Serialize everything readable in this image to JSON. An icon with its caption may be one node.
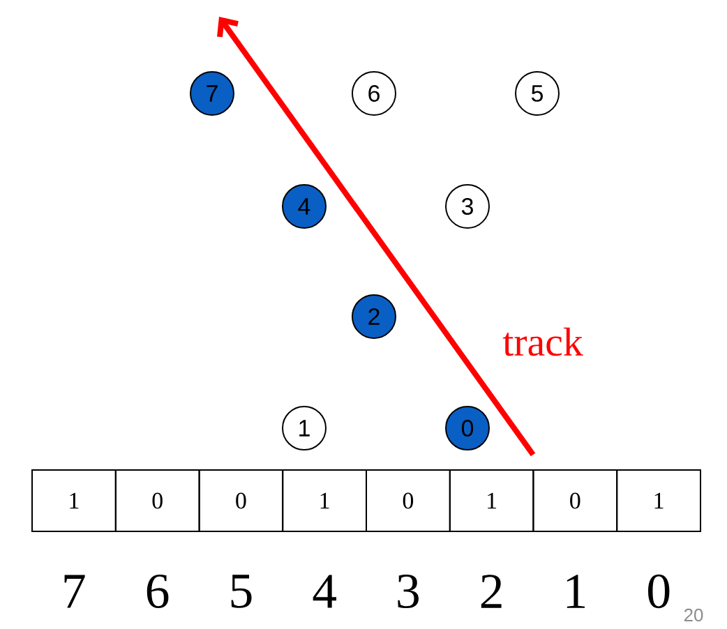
{
  "diagram": {
    "nodes": [
      {
        "text": [
          "7"
        ]
      },
      {
        "text": [
          "6"
        ]
      },
      {
        "text": [
          "5"
        ]
      },
      {
        "text": [
          "4"
        ]
      },
      {
        "text": [
          "3"
        ]
      },
      {
        "text": [
          "2"
        ]
      },
      {
        "text": [
          "1"
        ]
      },
      {
        "text": [
          "0"
        ]
      }
    ],
    "labels": [
      "1",
      "0",
      "0",
      "1",
      "0",
      "1",
      "0",
      "1",
      "7",
      "6",
      "5",
      "4",
      "3",
      "2",
      "1",
      "0",
      "track",
      "20"
    ]
  }
}
